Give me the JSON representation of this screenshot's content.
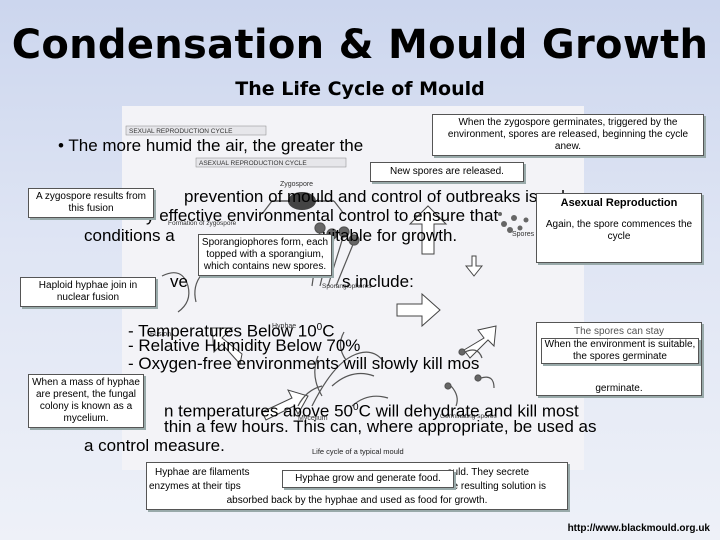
{
  "slide": {
    "title": "Condensation & Mould Growth",
    "subtitle": "The Life Cycle of Mould",
    "url": "http://www.blackmould.org.uk"
  },
  "diagram": {
    "label_sexual_cycle": "SEXUAL REPRODUCTION CYCLE",
    "label_asexual_cycle": "ASEXUAL REPRODUCTION CYCLE",
    "label_zygospore": "Zygospore",
    "label_formation_of_zygospore": "Formation of zygospore",
    "label_spores": "Spores",
    "label_fusion": "Fusion",
    "label_hyphae": "Hyphae",
    "label_mycelium": "Mycelium",
    "label_sporangiophores": "Sporangiophores",
    "label_germinating_spores": "Germinating spores",
    "caption": "Life cycle of a typical mould"
  },
  "bullets": {
    "b1": "• The more humid the air, the greater the",
    "b2a": "prevention of mould and control of outbreaks is only",
    "b2b": "y effective environmental control to ensure that",
    "b2c": "conditions a",
    "b2d": "uitable for growth.",
    "b3": "ve",
    "b3b": "s include:",
    "l1": "- Temperatures Below 10",
    "l1sup": "0",
    "l1end": "C",
    "l2": "- Relative Humidity Below 70%",
    "l3": "- Oxygen-free environments will slowly kill mos",
    "p2a": "n temperatures above 50",
    "p2sup": "0",
    "p2b": "C will dehydrate and kill most",
    "p2c": "thin a few hours. This can, where appropriate, be used as",
    "p2d": "a control measure."
  },
  "callouts": {
    "zygospore_germinates": "When the zygospore germinates, triggered by the environment, spores are released, beginning the cycle anew.",
    "new_spores": "New spores are released.",
    "zygospore_results": "A zygospore results from this fusion",
    "asexual_reproduction": "Asexual Reproduction",
    "again_spore": "Again, the spore commences the cycle",
    "sporangiophores": "Sporangiophores form, each topped with a sporangium, which contains new spores.",
    "haploid": "Haploid hyphae join in nuclear fusion",
    "spores_stay": "The spores can stay",
    "environment_suitable": "When the environment is suitable, the spores germinate",
    "germinate": "germinate.",
    "mass_of_hyphae": "When a mass of hyphae are present, the fungal colony is known as a mycelium.",
    "hyphae_filaments": "Hyphae are filaments",
    "hyphae_filaments_end": "ould. They secrete",
    "enzymes_line": "enzymes at their tips",
    "enzymes_line_end": "he resulting solution is",
    "absorbed_line": "absorbed back by the hyphae and used as food for growth.",
    "hyphae_grow": "Hyphae grow and generate food."
  }
}
